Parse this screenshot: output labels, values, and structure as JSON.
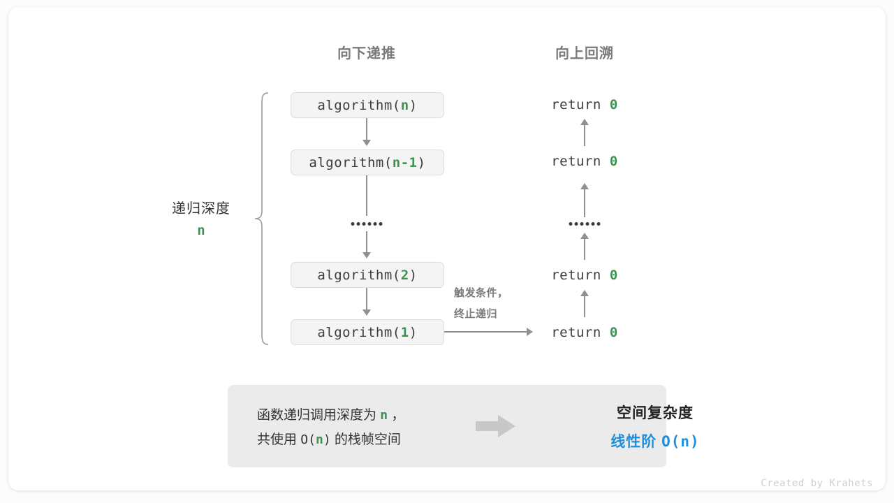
{
  "headers": {
    "left": "向下递推",
    "right": "向上回溯"
  },
  "depth": {
    "label": "递归深度",
    "value": "n"
  },
  "call_stack": [
    {
      "name": "algorithm(",
      "arg": "n",
      "close": ")"
    },
    {
      "name": "algorithm(",
      "arg": "n-1",
      "close": ")"
    },
    {
      "name": "algorithm(",
      "arg": "2",
      "close": ")"
    },
    {
      "name": "algorithm(",
      "arg": "1",
      "close": ")"
    }
  ],
  "returns": [
    {
      "keyword": "return",
      "value": "0"
    },
    {
      "keyword": "return",
      "value": "0"
    },
    {
      "keyword": "return",
      "value": "0"
    },
    {
      "keyword": "return",
      "value": "0"
    }
  ],
  "trigger_note": {
    "line1": "触发条件，",
    "line2": "终止递归"
  },
  "summary": {
    "line1_a": "函数递归调用深度为 ",
    "line1_n": "n",
    "line1_b": " ，",
    "line2_a": "共使用 ",
    "line2_b": "O(",
    "line2_n": "n",
    "line2_c": ")",
    "line2_d": " 的栈帧空间",
    "title": "空间复杂度",
    "value_label": "线性阶 ",
    "value_mono": "O(n)"
  },
  "credit": "Created by Krahets",
  "colors": {
    "green": "#3f9153",
    "blue": "#1f8fdd",
    "gray_header": "#7a7a7a",
    "line": "#909090",
    "box_fill": "#f4f4f4",
    "panel_fill": "#ebebeb"
  }
}
